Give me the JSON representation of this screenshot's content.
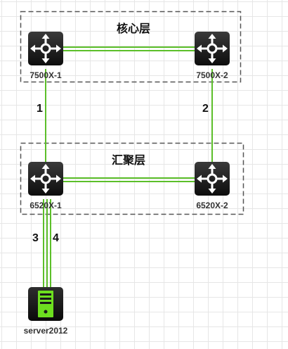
{
  "zones": {
    "core": {
      "title": "核心层"
    },
    "aggregation": {
      "title": "汇聚层"
    }
  },
  "devices": {
    "r1": {
      "label": "7500X-1",
      "icon": "router-icon"
    },
    "r2": {
      "label": "7500X-2",
      "icon": "router-icon"
    },
    "s1": {
      "label": "6520X-1",
      "icon": "router-icon"
    },
    "s2": {
      "label": "6520X-2",
      "icon": "router-icon"
    },
    "server": {
      "label": "server2012",
      "icon": "server-icon"
    }
  },
  "links": {
    "l1": {
      "number": "1"
    },
    "l2": {
      "number": "2"
    },
    "l3": {
      "number": "3"
    },
    "l4": {
      "number": "4"
    }
  },
  "colors": {
    "link": "#5cbf2a",
    "device_dark": "#1a1a1a",
    "server_accent": "#6ddf1f",
    "zone_border": "#555555"
  }
}
